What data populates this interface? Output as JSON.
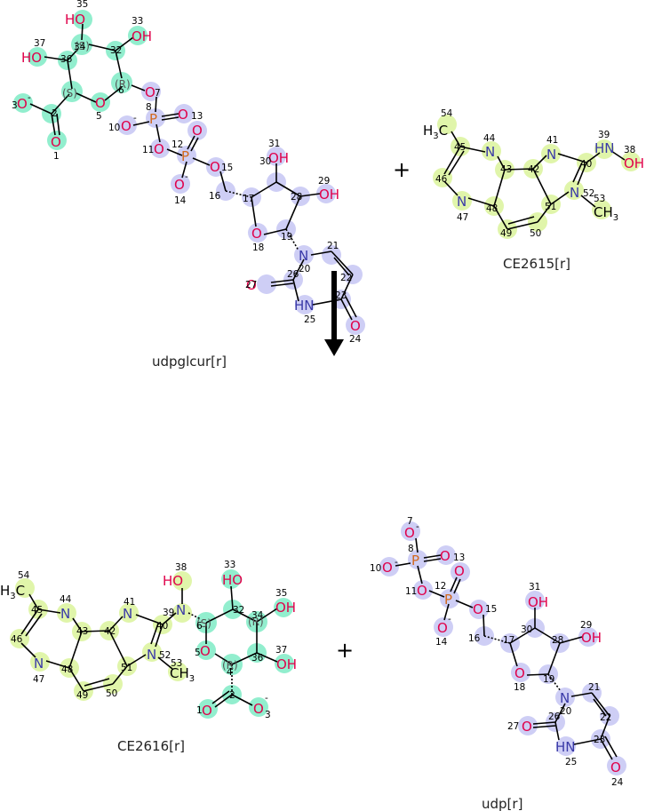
{
  "reaction": {
    "arrow": "down",
    "plus_sign": "+",
    "colors": {
      "sugar": "#7fecc6",
      "nucleotide": "#c9c9f5",
      "aromatic": "#dff5a6",
      "oxygen": "#e0004a",
      "nitrogen": "#3a3aa8",
      "phosphorus": "#d2691e",
      "carbon": "#000000"
    },
    "reactant_1": {
      "name": "udpglcur[r]"
    },
    "reactant_2": {
      "name": "CE2615[r]"
    },
    "product_1": {
      "name": "CE2616[r]"
    },
    "product_2": {
      "name": "udp[r]"
    }
  }
}
